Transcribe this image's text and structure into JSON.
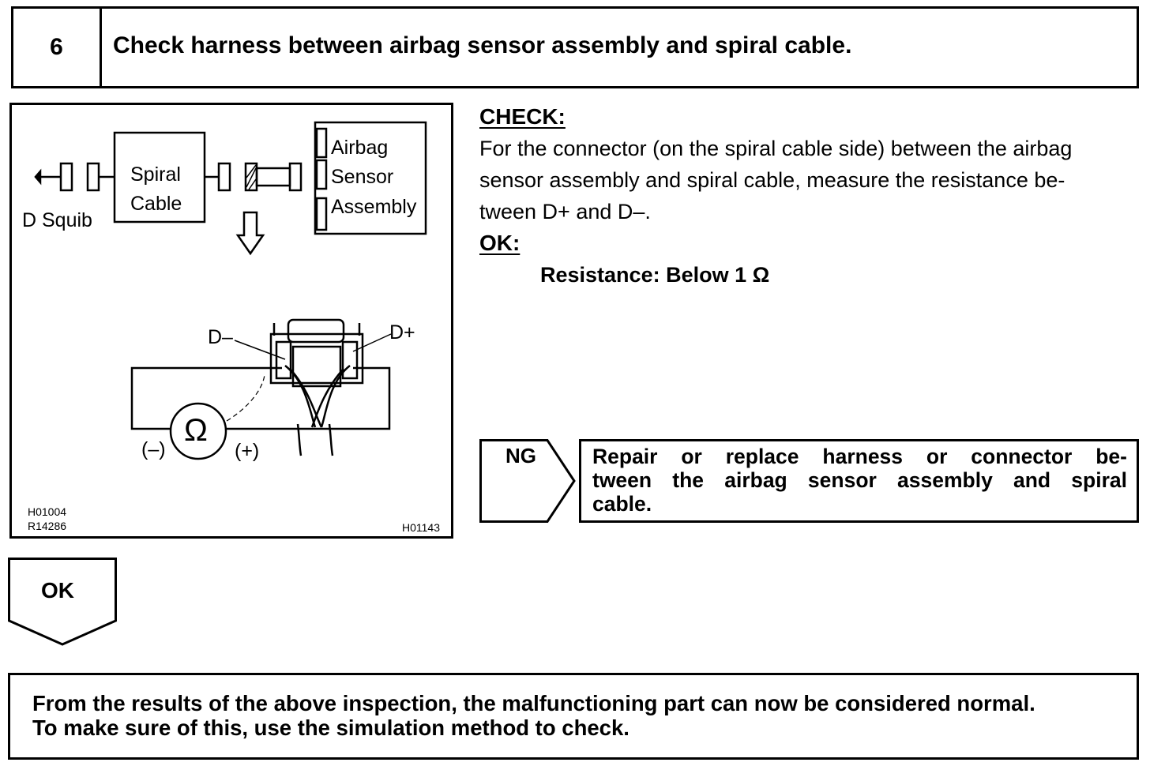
{
  "step": {
    "number": "6",
    "title": "Check harness between airbag sensor assembly and spiral cable."
  },
  "figure": {
    "labels": {
      "airbag": "Airbag",
      "sensor": "Sensor",
      "assembly": "Assembly",
      "spiral": "Spiral",
      "cable": "Cable",
      "d_squib": "D Squib",
      "d_minus": "D–",
      "d_plus": "D+",
      "ohm": "Ω",
      "meter_neg": "(–)",
      "meter_pos": "(+)"
    },
    "codes": {
      "code1": "H01004",
      "code2": "R14286",
      "code3": "H01143"
    }
  },
  "check": {
    "heading": "CHECK:",
    "lines": [
      "For the connector (on the spiral cable side) between the airbag",
      "sensor assembly and spiral cable, measure the resistance be-",
      "tween D+ and D–."
    ],
    "ok_heading": "OK:",
    "spec": "Resistance: Below 1 Ω"
  },
  "ng": {
    "label": "NG",
    "lines": [
      "Repair or replace harness or connector be-",
      "tween the airbag sensor assembly and spiral",
      "cable."
    ]
  },
  "ok": {
    "label": "OK"
  },
  "conclusion": {
    "lines": [
      "From the results of the above inspection, the malfunctioning part can now be considered normal.",
      "To make sure of this, use the simulation method to check."
    ]
  }
}
